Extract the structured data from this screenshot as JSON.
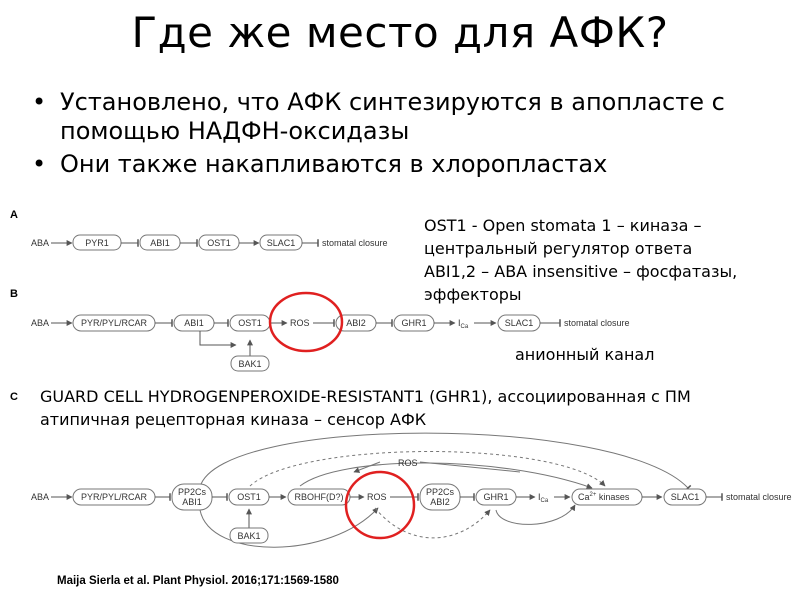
{
  "slide": {
    "title": "Где же место для АФК?",
    "bullets": [
      "Установлено, что АФК синтезируются в апопласте с помощью НАДФН-оксидазы",
      "Они также накапливаются в хлоропластах"
    ],
    "bullet_glyph": "•"
  },
  "notes": {
    "ost1": [
      "OST1 - Open stomata 1 – киназа –",
      "центральный регулятор ответа",
      "ABI1,2 – ABA insensitive – фосфатазы,",
      "эффекторы"
    ],
    "anion": "анионный канал",
    "ghr1": [
      "GUARD CELL HYDROGENPEROXIDE-RESISTANT1 (GHR1), ассоциированная с ПМ",
      "атипичная рецепторная киназа – сенсор АФК"
    ]
  },
  "citation": "Maija Sierla et al. Plant Physiol. 2016;171:1569-1580",
  "diagram": {
    "highlight_color": "#e02020",
    "panel_a": {
      "label": "A",
      "aba": "ABA",
      "pyr1": "PYR1",
      "abi1": "ABI1",
      "ost1": "OST1",
      "slac1": "SLAC1",
      "output": "stomatal closure"
    },
    "panel_b": {
      "label": "B",
      "aba": "ABA",
      "pyr": "PYR/PYL/RCAR",
      "abi1": "ABI1",
      "ost1": "OST1",
      "ros": "ROS",
      "abi2": "ABI2",
      "ghr1": "GHR1",
      "ica": "I",
      "ica_sub": "Ca",
      "slac1": "SLAC1",
      "output": "stomatal closure",
      "bak1": "BAK1"
    },
    "panel_c": {
      "label": "C",
      "aba": "ABA",
      "pyr": "PYR/PYL/RCAR",
      "pp2c_abi1_line1": "PP2Cs",
      "pp2c_abi1_line2": "ABI1",
      "ost1": "OST1",
      "rbohf": "RBOHF(D?)",
      "ros": "ROS",
      "ros_top": "ROS",
      "pp2c_abi2_line1": "PP2Cs",
      "pp2c_abi2_line2": "ABI2",
      "ghr1": "GHR1",
      "ica": "I",
      "ica_sub": "Ca",
      "ca": "Ca",
      "ca_sup": "2+",
      "ca_rest": " kinases",
      "slac1": "SLAC1",
      "output": "stomatal closure",
      "bak1": "BAK1"
    }
  }
}
